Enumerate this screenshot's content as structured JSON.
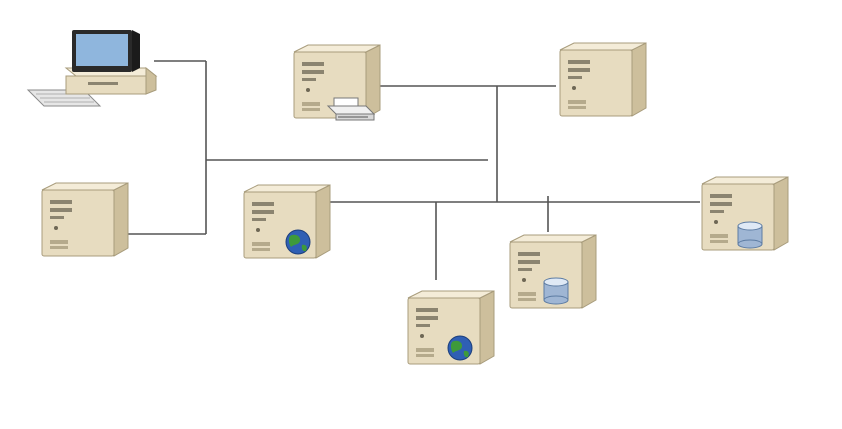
{
  "colors": {
    "line": "#555555",
    "tower_body": "#e7dcc0",
    "tower_side": "#cdbf9c",
    "tower_top": "#f4ecd8",
    "tower_outline": "#a89c7c",
    "monitor_frame": "#d9d9d9",
    "monitor_screen": "#8fb6dd",
    "monitor_dark": "#2a2a2a",
    "globe_blue": "#2f5fb4",
    "globe_green": "#3e9a3a",
    "database": "#9fb6d4"
  },
  "nodes": [
    {
      "name": "workstation",
      "kind": "pc",
      "icon": "desktop-computer-icon"
    },
    {
      "name": "print-server",
      "kind": "server",
      "badge": "printer",
      "icon": "printer-icon"
    },
    {
      "name": "server-top-right",
      "kind": "server",
      "badge": "none"
    },
    {
      "name": "server-left",
      "kind": "server",
      "badge": "none"
    },
    {
      "name": "web-server-center",
      "kind": "server",
      "badge": "globe",
      "icon": "globe-icon"
    },
    {
      "name": "web-server-bottom",
      "kind": "server",
      "badge": "globe",
      "icon": "globe-icon"
    },
    {
      "name": "database-server-middle",
      "kind": "server",
      "badge": "database",
      "icon": "database-icon"
    },
    {
      "name": "database-server-right",
      "kind": "server",
      "badge": "database",
      "icon": "database-icon"
    }
  ]
}
